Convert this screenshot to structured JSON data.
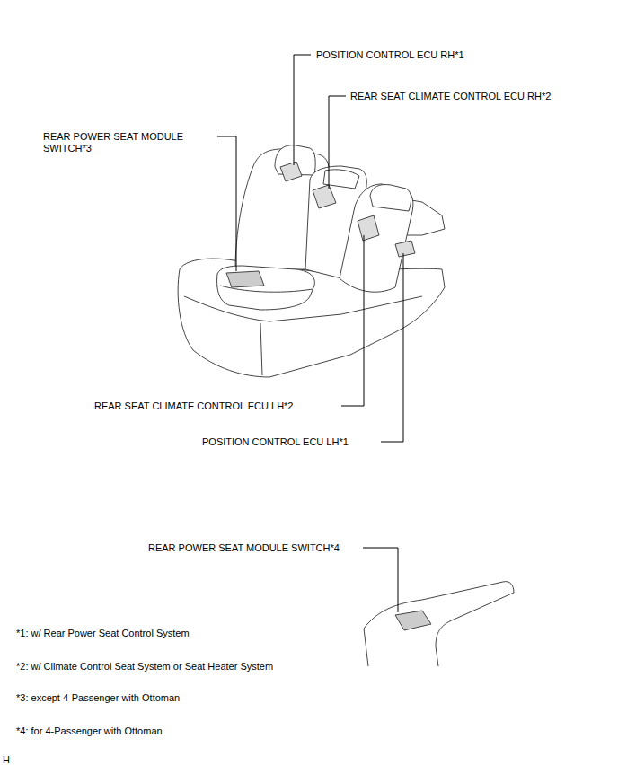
{
  "diagram": {
    "labels": [
      "POSITION CONTROL ECU RH*1",
      "REAR SEAT CLIMATE CONTROL ECU RH*2",
      "REAR POWER SEAT MODULE SWITCH*3",
      "REAR SEAT CLIMATE CONTROL ECU LH*2",
      "POSITION CONTROL ECU LH*1",
      "REAR POWER SEAT MODULE SWITCH*4",
      "*1: w/ Rear Power Seat Control System",
      "*2: w/ Climate Control Seat System or Seat Heater System",
      "*3: except 4-Passenger with Ottoman",
      "*4: for 4-Passenger with Ottoman",
      "H"
    ]
  }
}
